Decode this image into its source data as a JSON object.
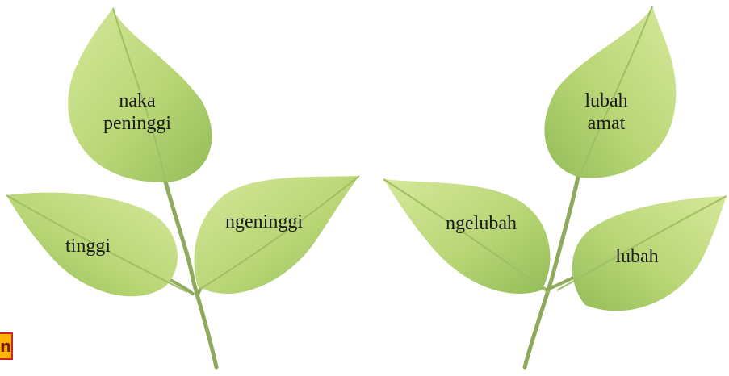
{
  "left_plant": {
    "top_leaf": {
      "line1": "naka",
      "line2": "peninggi"
    },
    "left_leaf": "tinggi",
    "right_leaf": "ngeninggi"
  },
  "right_plant": {
    "top_leaf": {
      "line1": "lubah",
      "line2": "amat"
    },
    "left_leaf": "ngelubah",
    "right_leaf": "lubah"
  },
  "page_tab": {
    "glyph": "n",
    "color": "#ffb300",
    "border_color": "#c62828"
  },
  "colors": {
    "leaf_light": "#cfe592",
    "leaf_mid": "#b3d26e",
    "leaf_dark": "#93bd59",
    "stem": "#8faa5c"
  }
}
